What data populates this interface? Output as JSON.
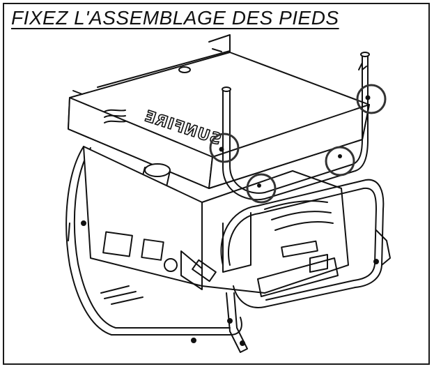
{
  "document": {
    "title": "FIXEZ L'ASSEMBLAGE DES PIEDS",
    "brand_logo_text": "SUNFIRE"
  },
  "colors": {
    "line": "#111111",
    "background": "#ffffff",
    "highlight_circle": "#333333"
  },
  "callouts": {
    "count": 4,
    "description_icon": "circle-highlight-icon"
  }
}
